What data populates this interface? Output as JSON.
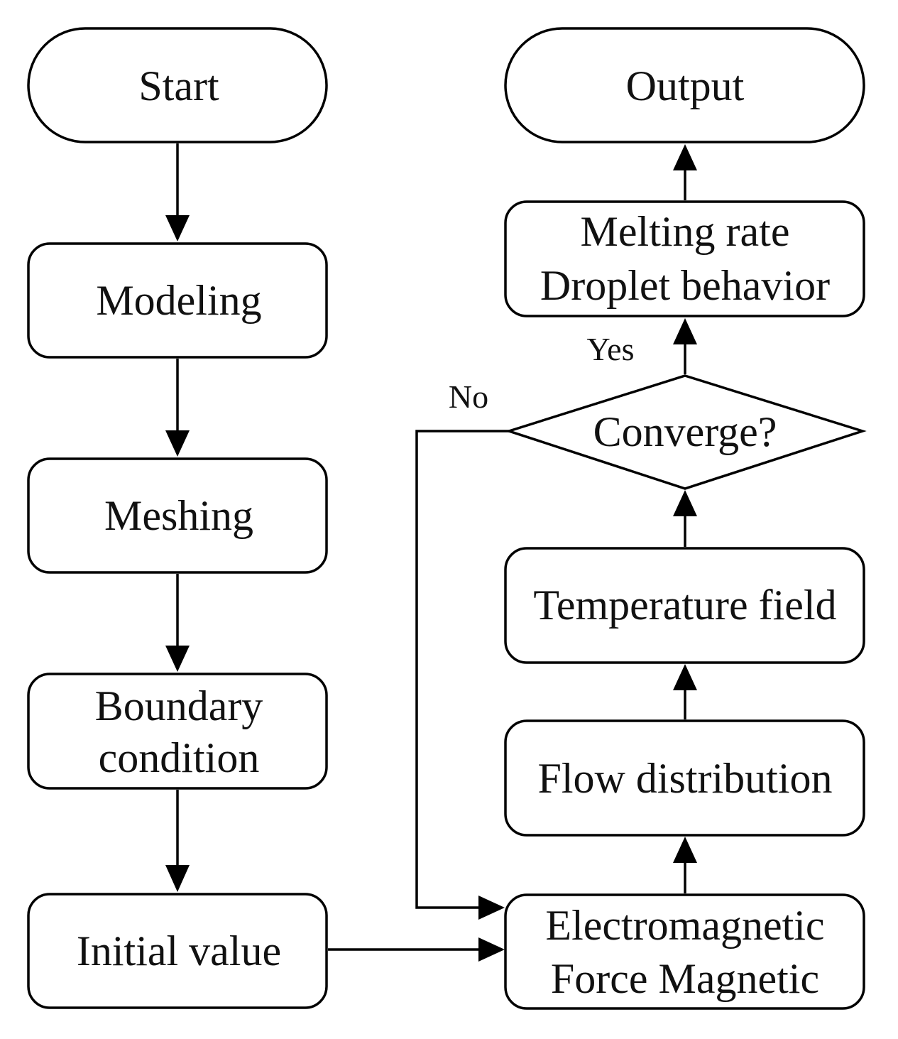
{
  "diagram": {
    "type": "flowchart",
    "nodes": {
      "start": {
        "shape": "terminal",
        "lines": [
          "Start"
        ]
      },
      "modeling": {
        "shape": "process",
        "lines": [
          "Modeling"
        ]
      },
      "meshing": {
        "shape": "process",
        "lines": [
          "Meshing"
        ]
      },
      "boundary": {
        "shape": "process",
        "lines": [
          "Boundary",
          "condition"
        ]
      },
      "initial": {
        "shape": "process",
        "lines": [
          "Initial value"
        ]
      },
      "electromagnetic": {
        "shape": "process",
        "lines": [
          "Electromagnetic",
          "Force Magnetic"
        ]
      },
      "flow": {
        "shape": "process",
        "lines": [
          "Flow distribution"
        ]
      },
      "temperature": {
        "shape": "process",
        "lines": [
          "Temperature field"
        ]
      },
      "converge": {
        "shape": "decision",
        "lines": [
          "Converge?"
        ]
      },
      "melting": {
        "shape": "process",
        "lines": [
          "Melting rate",
          "Droplet behavior"
        ]
      },
      "output": {
        "shape": "terminal",
        "lines": [
          "Output"
        ]
      }
    },
    "edges": [
      {
        "from": "start",
        "to": "modeling"
      },
      {
        "from": "modeling",
        "to": "meshing"
      },
      {
        "from": "meshing",
        "to": "boundary"
      },
      {
        "from": "boundary",
        "to": "initial"
      },
      {
        "from": "initial",
        "to": "electromagnetic"
      },
      {
        "from": "electromagnetic",
        "to": "flow"
      },
      {
        "from": "flow",
        "to": "temperature"
      },
      {
        "from": "temperature",
        "to": "converge"
      },
      {
        "from": "converge",
        "to": "melting",
        "label": "Yes"
      },
      {
        "from": "converge",
        "to": "electromagnetic",
        "label": "No"
      },
      {
        "from": "melting",
        "to": "output"
      }
    ]
  }
}
